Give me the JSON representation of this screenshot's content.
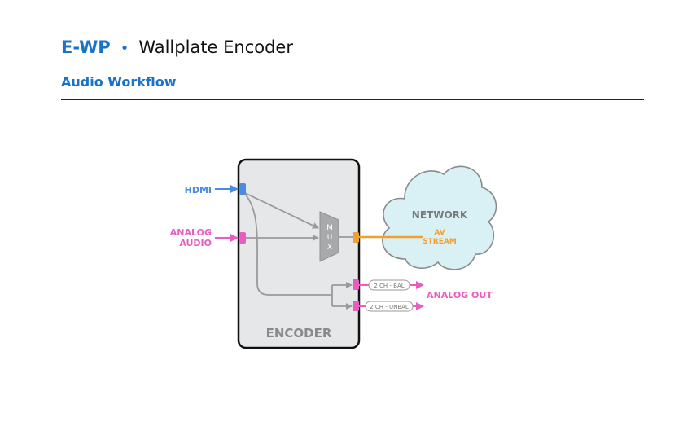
{
  "header": {
    "product": "E-WP",
    "separator": "•",
    "subtitle": "Wallplate Encoder",
    "section": "Audio Workflow"
  },
  "diagram": {
    "inputs": {
      "hdmi": "HDMI",
      "analog_line1": "ANALOG",
      "analog_line2": "AUDIO"
    },
    "encoder_label": "ENCODER",
    "mux_letters": [
      "M",
      "U",
      "X"
    ],
    "network": {
      "label": "NETWORK",
      "stream_line1": "AV",
      "stream_line2": "STREAM"
    },
    "outputs": {
      "bal": "2 CH - BAL",
      "unbal": "2 CH - UNBAL",
      "label": "ANALOG OUT"
    },
    "colors": {
      "hdmi": "#4a8de0",
      "analog": "#e85ec0",
      "stream": "#f0a030",
      "signal": "#9a9a9a",
      "encoder_fill": "#e6e7e8",
      "cloud_fill": "#d9f0f4",
      "accent": "#1a73c8"
    }
  }
}
